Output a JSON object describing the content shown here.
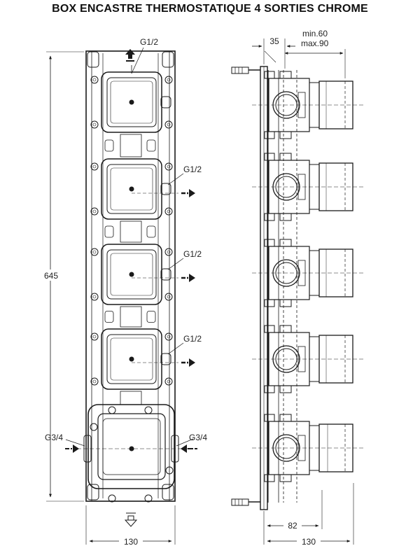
{
  "title": "BOX ENCASTRE THERMOSTATIQUE 4 SORTIES CHROME",
  "front_view": {
    "top_outlet_label": "G1/2",
    "side_outlet_labels": [
      "G1/2",
      "G1/2",
      "G1/2"
    ],
    "inlet_left_label": "G3/4",
    "inlet_right_label": "G3/4",
    "height_dim": "645",
    "width_dim": "130"
  },
  "side_view": {
    "depth_dim": "35",
    "range_min": "min.60",
    "range_max": "max.90",
    "body_depth_dim": "82",
    "width_dim": "130"
  }
}
